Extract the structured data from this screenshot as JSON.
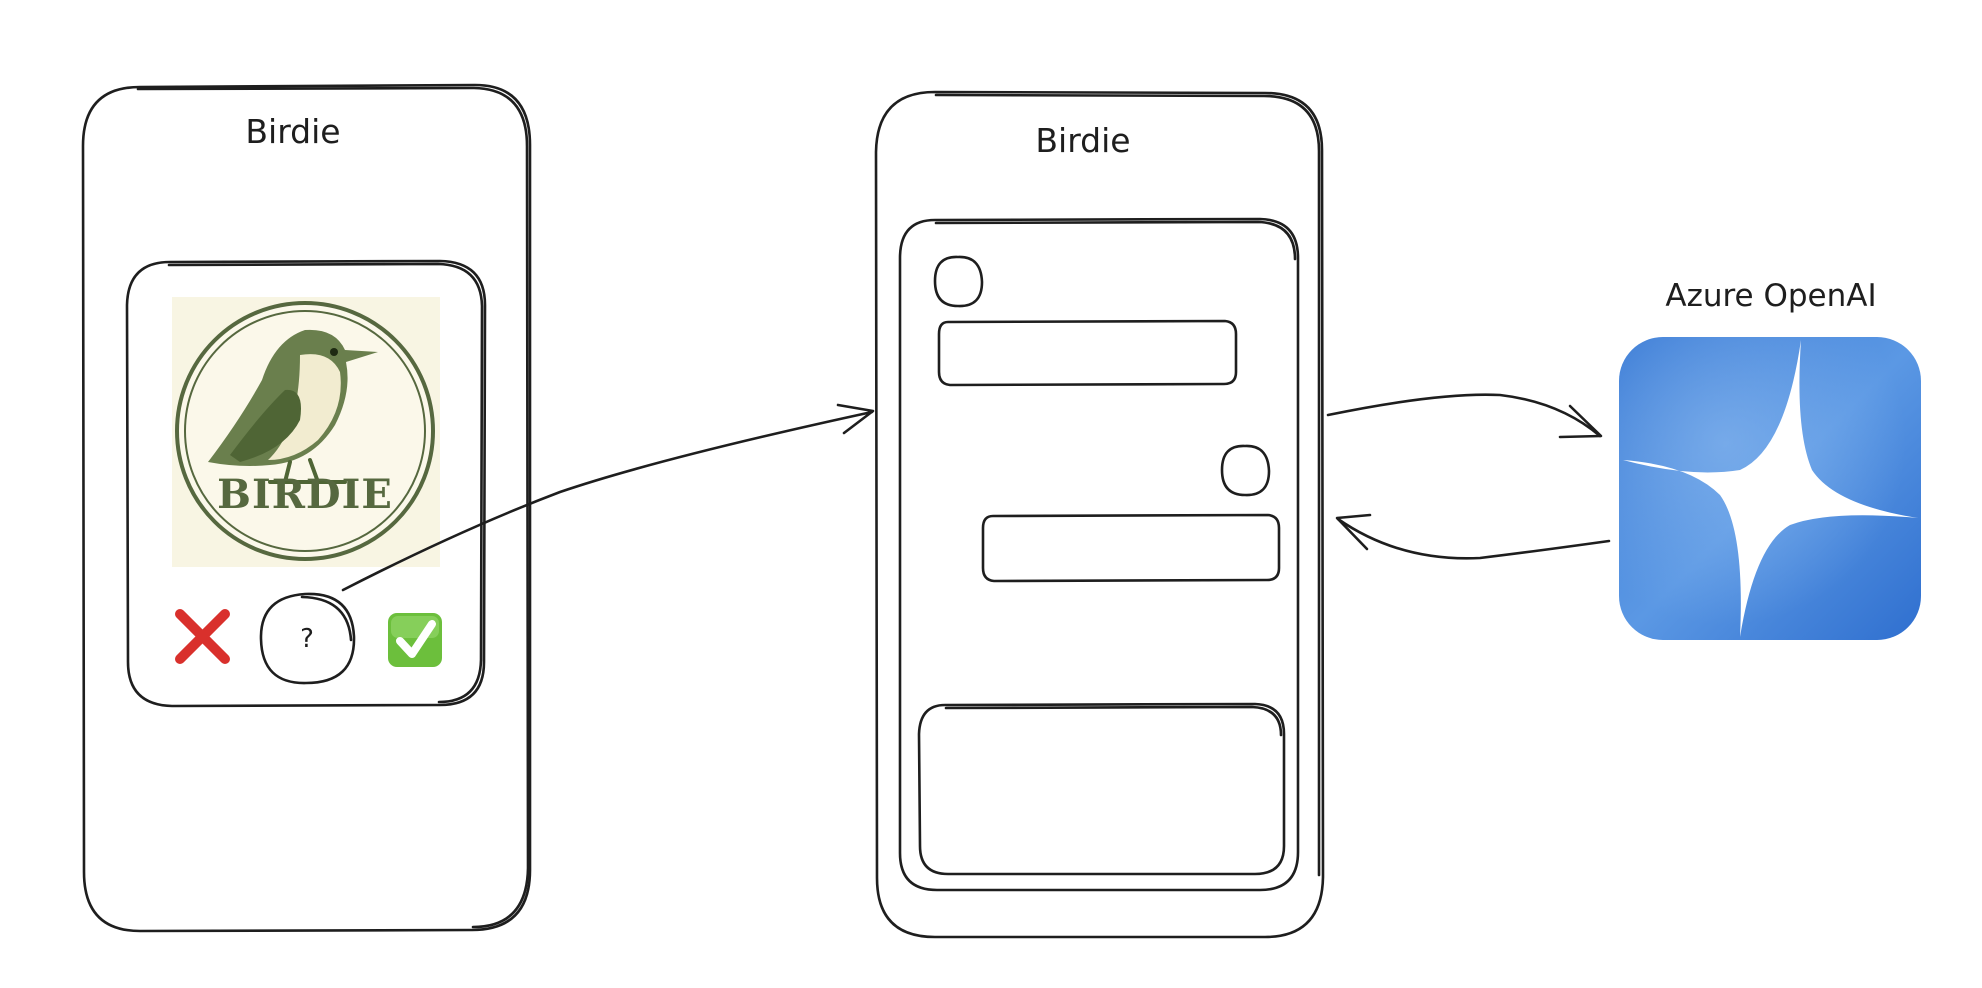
{
  "left_phone": {
    "title": "Birdie",
    "card": {
      "logo_text": "BIRDIE",
      "reject_icon": "cross-mark-icon",
      "info_label": "?",
      "accept_icon": "check-mark-icon"
    }
  },
  "right_phone": {
    "title": "Birdie"
  },
  "service": {
    "label": "Azure OpenAI",
    "icon": "azure-openai-star-icon"
  },
  "colors": {
    "stroke": "#1e1e1e",
    "logo_green": "#56683f",
    "logo_bg": "#f8f5e3",
    "reject_red": "#d9302c",
    "accept_green": "#6cbf3c",
    "azure_blue": "#3b7fd6"
  }
}
